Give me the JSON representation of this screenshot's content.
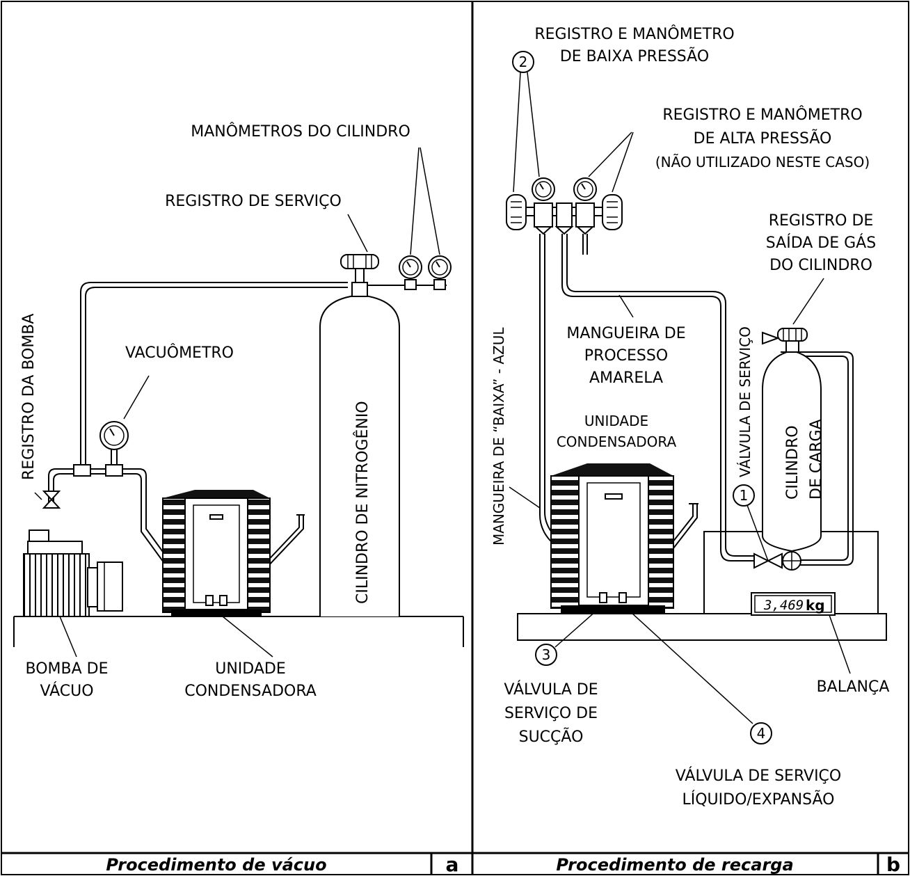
{
  "panel_a": {
    "labels": {
      "manometros": "MANÔMETROS DO CILINDRO",
      "registro_servico": "REGISTRO DE SERVIÇO",
      "registro_bomba": "REGISTRO DA BOMBA",
      "vacuometro": "VACUÔMETRO",
      "cilindro": "CILINDRO DE NITROGÊNIO",
      "bomba_1": "BOMBA DE",
      "bomba_2": "VÁCUO",
      "unidade_1": "UNIDADE",
      "unidade_2": "CONDENSADORA"
    },
    "caption": "Procedimento de vácuo",
    "tag": "a"
  },
  "panel_b": {
    "labels": {
      "baixa_1": "REGISTRO E MANÔMETRO",
      "baixa_2": "DE BAIXA PRESSÃO",
      "alta_1": "REGISTRO E MANÔMETRO",
      "alta_2": "DE ALTA PRESSÃO",
      "alta_3": "(NÃO UTILIZADO NESTE CASO)",
      "saida_1": "REGISTRO DE",
      "saida_2": "SAÍDA DE GÁS",
      "saida_3": "DO CILINDRO",
      "valvula_servico": "VÁLVULA DE SERVIÇO",
      "mangueira_baixa": "MANGUEIRA DE “BAIXA” - AZUL",
      "processo_1": "MANGUEIRA DE",
      "processo_2": "PROCESSO",
      "processo_3": "AMARELA",
      "unidade_1": "UNIDADE",
      "unidade_2": "CONDENSADORA",
      "cilindro_1": "CILINDRO",
      "cilindro_2": "DE CARGA",
      "scale_value": "3,469",
      "scale_unit": "kg",
      "succao_1": "VÁLVULA DE",
      "succao_2": "SERVIÇO DE",
      "succao_3": "SUCÇÃO",
      "balanca": "BALANÇA",
      "liquido_1": "VÁLVULA DE SERVIÇO",
      "liquido_2": "LÍQUIDO/EXPANSÃO"
    },
    "callouts": [
      "1",
      "2",
      "3",
      "4"
    ],
    "caption": "Procedimento de recarga",
    "tag": "b"
  }
}
